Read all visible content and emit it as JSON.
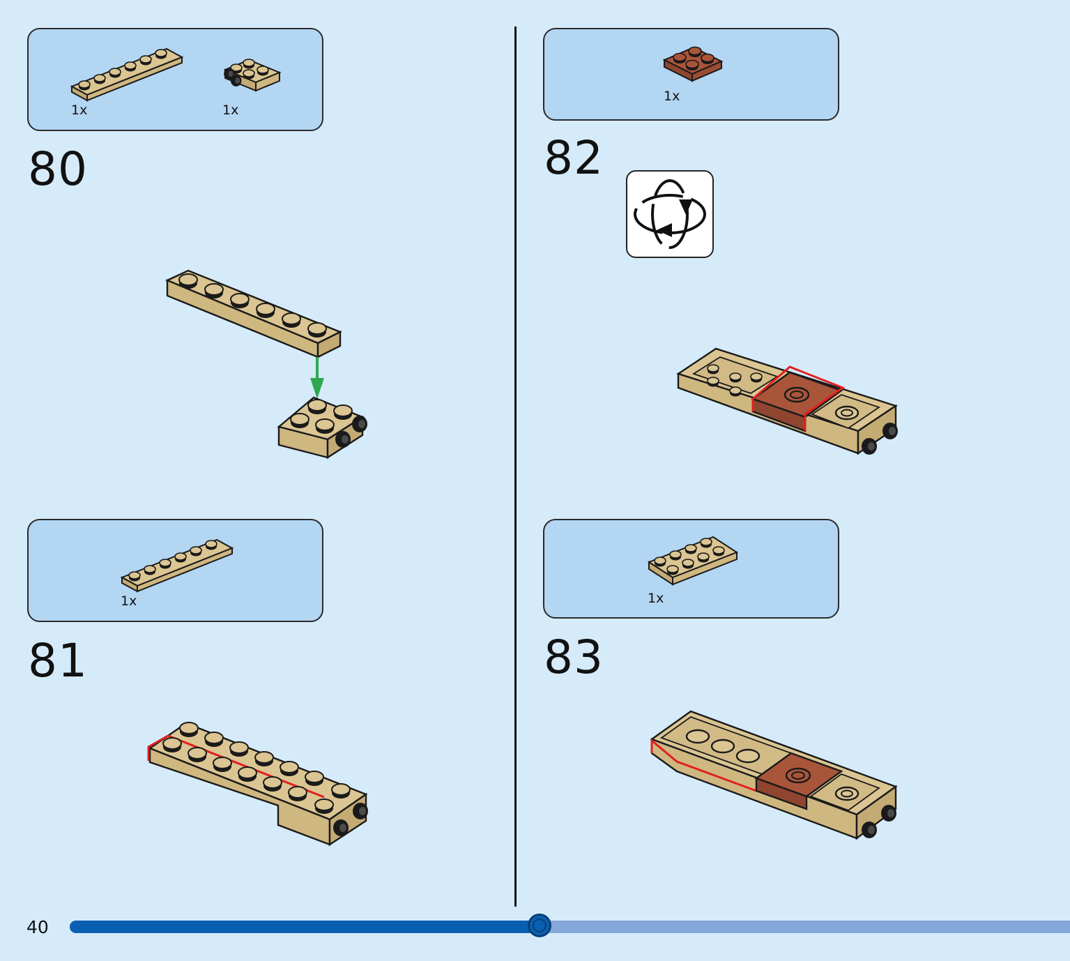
{
  "page": {
    "number": "40",
    "progress_fraction": 0.47
  },
  "colors": {
    "background": "#d6ebfa",
    "parts_box": "#b3d6f3",
    "brick_tan": "#dbc592",
    "brick_reddish_brown": "#a9553a",
    "new_part_outline": "#e02020",
    "placement_arrow": "#2ea84f",
    "progress_fill": "#0b5fb0",
    "progress_track": "#85a8da"
  },
  "steps": [
    {
      "number": "80",
      "parts": [
        {
          "qty": "1x",
          "part": "tan-plate-1x6"
        },
        {
          "qty": "1x",
          "part": "tan-brick-2x2-with-side-studs"
        }
      ]
    },
    {
      "number": "81",
      "parts": [
        {
          "qty": "1x",
          "part": "tan-plate-1x6"
        }
      ]
    },
    {
      "number": "82",
      "parts": [
        {
          "qty": "1x",
          "part": "reddish-brown-plate-2x2"
        }
      ],
      "rotate_icon": "rotate-model-icon"
    },
    {
      "number": "83",
      "parts": [
        {
          "qty": "1x",
          "part": "tan-plate-2x4"
        }
      ]
    }
  ]
}
